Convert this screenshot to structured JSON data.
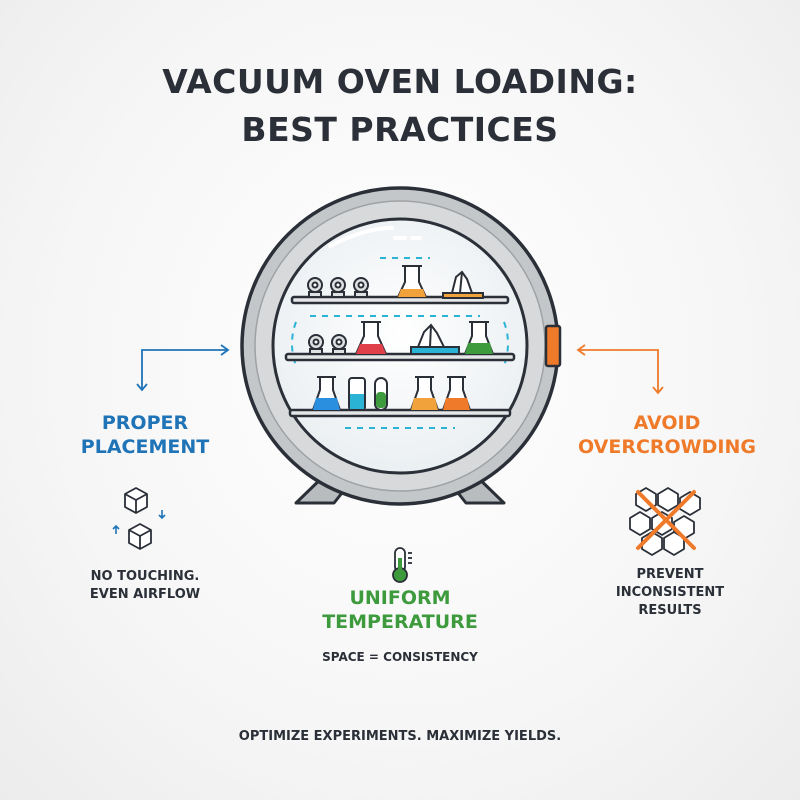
{
  "title": {
    "line1": "VACUUM OVEN LOADING:",
    "line2": "BEST PRACTICES"
  },
  "left": {
    "heading_line1": "PROPER",
    "heading_line2": "PLACEMENT",
    "caption_line1": "NO TOUCHING.",
    "caption_line2": "EVEN AIRFLOW"
  },
  "right": {
    "heading_line1": "AVOID",
    "heading_line2": "OVERCROWDING",
    "caption_line1": "PREVENT",
    "caption_line2": "INCONSISTENT",
    "caption_line3": "RESULTS"
  },
  "center": {
    "heading_line1": "UNIFORM",
    "heading_line2": "TEMPERATURE",
    "caption": "SPACE = CONSISTENCY"
  },
  "footer": "OPTIMIZE EXPERIMENTS. MAXIMIZE YIELDS.",
  "colors": {
    "blue": "#1f73b7",
    "orange": "#ef7a2a",
    "green": "#3d9a3d",
    "dark": "#2a2f38",
    "cyan": "#2bb3d6"
  }
}
